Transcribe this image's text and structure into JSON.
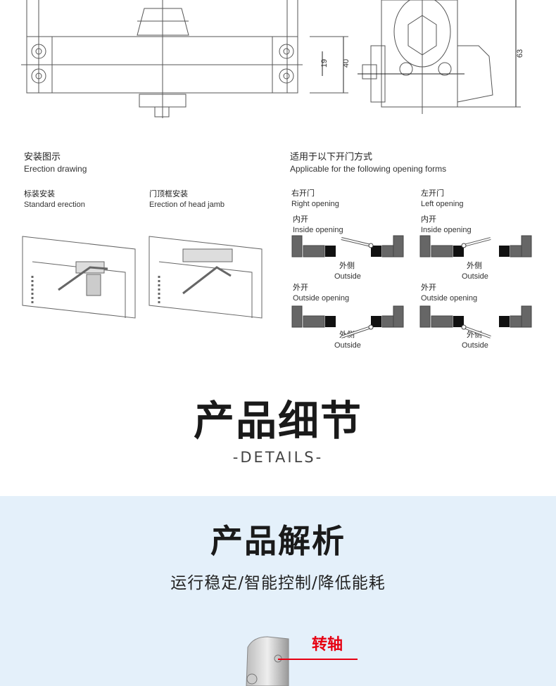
{
  "dimensions": {
    "d19": "19",
    "d40": "40",
    "d63": "63"
  },
  "erection": {
    "title_cn": "安装图示",
    "title_en": "Erection drawing",
    "standard_cn": "标装安装",
    "standard_en": "Standard erection",
    "headjamb_cn": "门顶框安装",
    "headjamb_en": "Erection of head jamb"
  },
  "applicable": {
    "title_cn": "适用于以下开门方式",
    "title_en": "Applicable for the following opening forms",
    "right_cn": "右开门",
    "right_en": "Right opening",
    "left_cn": "左开门",
    "left_en": "Left opening",
    "inside_cn": "内开",
    "inside_en": "Inside opening",
    "outside_open_cn": "外开",
    "outside_open_en": "Outside opening",
    "outside_cn": "外侧",
    "outside_en": "Outside"
  },
  "details": {
    "title": "产品细节",
    "subtitle": "-DETAILS-"
  },
  "analysis": {
    "title": "产品解析",
    "subtitle": "运行稳定/智能控制/降低能耗",
    "callout": "转轴",
    "callout_color": "#e60012"
  },
  "colors": {
    "section_bg": "#e4f0fa"
  }
}
